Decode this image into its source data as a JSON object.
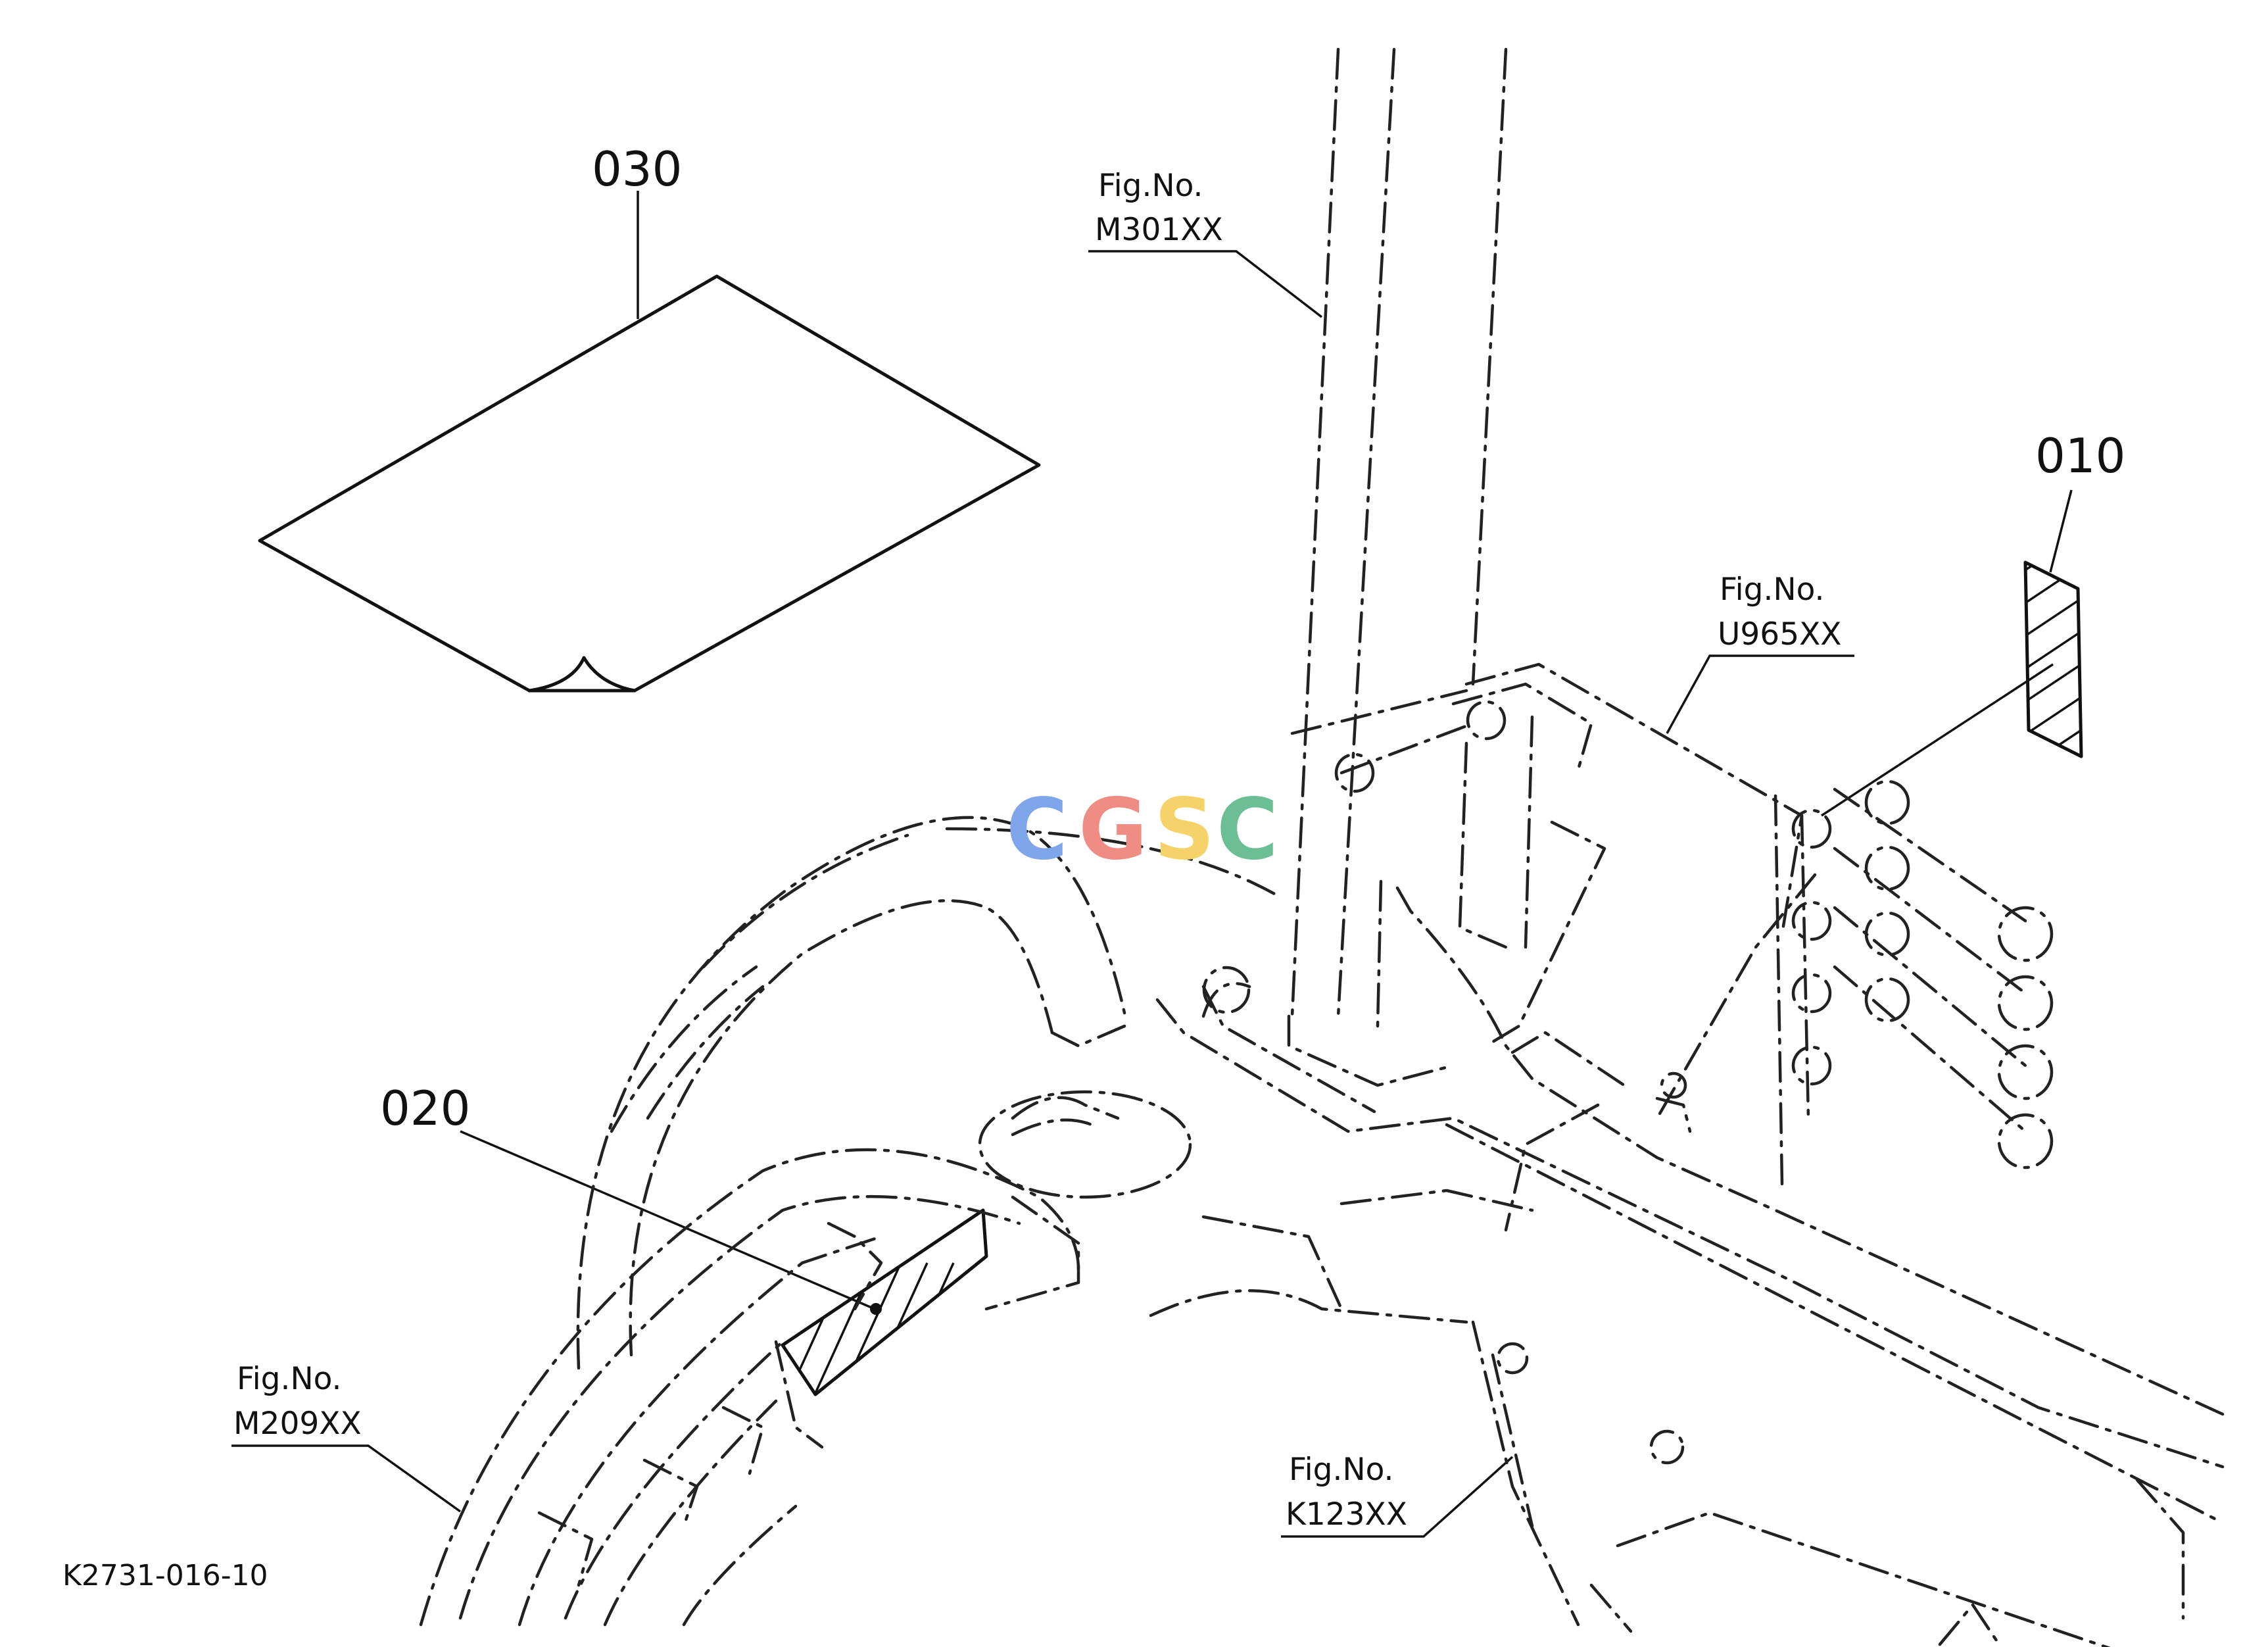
{
  "parts": [
    {
      "id": "part-030",
      "number": "030"
    },
    {
      "id": "part-010",
      "number": "010"
    },
    {
      "id": "part-020",
      "number": "020"
    }
  ],
  "figure_refs": [
    {
      "id": "fig-m301",
      "prefix": "Fig.No.",
      "code": "M301XX"
    },
    {
      "id": "fig-u965",
      "prefix": "Fig.No.",
      "code": "U965XX"
    },
    {
      "id": "fig-m209",
      "prefix": "Fig.No.",
      "code": "M209XX"
    },
    {
      "id": "fig-k123",
      "prefix": "Fig.No.",
      "code": "K123XX"
    }
  ],
  "drawing_code": "K2731-016-10",
  "watermark": {
    "letters": [
      "C",
      "G",
      "S",
      "C"
    ],
    "colors": [
      "#7fa6ea",
      "#ef8c84",
      "#f5d36a",
      "#6cbf94"
    ]
  }
}
